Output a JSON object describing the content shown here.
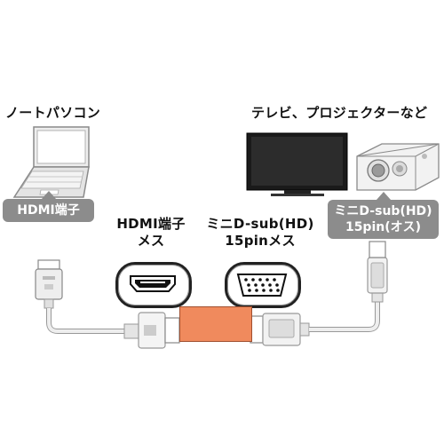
{
  "labels": {
    "pc": "ノートパソコン",
    "tv": "テレビ、プロジェクターなど",
    "hdmi_tag": "HDMI端子",
    "hdmi_female_line1": "HDMI端子",
    "hdmi_female_line2": "メス",
    "dsub_female_line1": "ミニD-sub(HD)",
    "dsub_female_line2": "15pinメス",
    "dsub_tag_line1": "ミニD-sub(HD)",
    "dsub_tag_line2": "15pin(オス)"
  },
  "colors": {
    "tag_bg": "#8c8c8c",
    "adapter": "#f08a5d",
    "cable": "#e6e6e6",
    "device_gray": "#d9d9d9"
  },
  "icons": [
    "laptop-icon",
    "tv-icon",
    "projector-icon",
    "hdmi-port-icon",
    "vga-port-icon",
    "hdmi-plug-icon",
    "vga-plug-icon"
  ]
}
